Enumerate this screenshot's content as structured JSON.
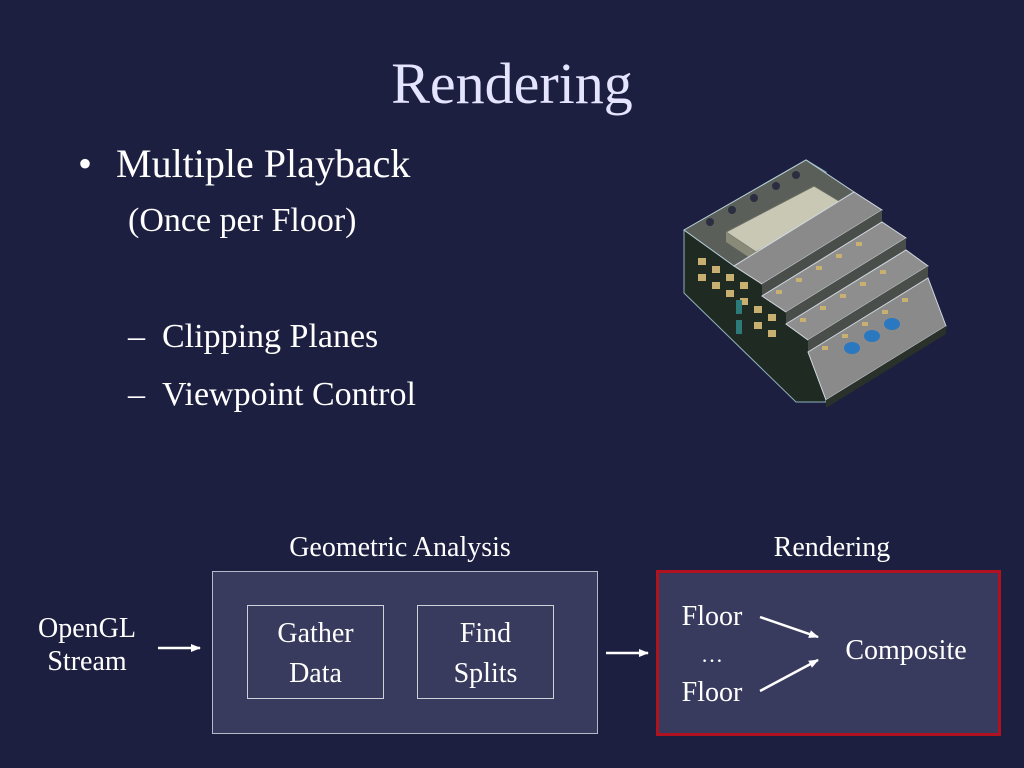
{
  "slide": {
    "title": "Rendering",
    "bullet": "Multiple Playback",
    "bullet_note": "(Once per Floor)",
    "sub_items": [
      "Clipping Planes",
      "Viewpoint Control"
    ],
    "bullet_glyph": "•",
    "dash_glyph": "–"
  },
  "diagram": {
    "input_line1": "OpenGL",
    "input_line2": "Stream",
    "geo_header": "Geometric Analysis",
    "gather_line1": "Gather",
    "gather_line2": "Data",
    "find_line1": "Find",
    "find_line2": "Splits",
    "render_header": "Rendering",
    "floor_top": "Floor",
    "ellipsis": "…",
    "floor_bottom": "Floor",
    "composite": "Composite",
    "render_border_color": "#b01220"
  }
}
